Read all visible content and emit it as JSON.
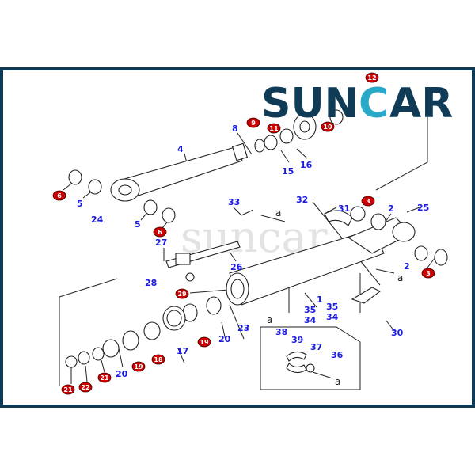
{
  "logo": {
    "text_left": "SUN",
    "text_c": "C",
    "text_right": "AR",
    "brand_color": "#0f3b57",
    "accent_color": "#2aa8c8"
  },
  "watermark": "suncar",
  "callouts_blue": [
    "8",
    "4",
    "15",
    "16",
    "5",
    "24",
    "5",
    "33",
    "32",
    "31",
    "2",
    "25",
    "27",
    "26",
    "28",
    "1",
    "35",
    "34",
    "35",
    "34",
    "30",
    "23",
    "20",
    "17",
    "20",
    "2",
    "38",
    "39",
    "37",
    "36"
  ],
  "callouts_red": [
    "6",
    "6",
    "9",
    "11",
    "10",
    "12",
    "3",
    "3",
    "29",
    "19",
    "18",
    "19",
    "21",
    "22",
    "21"
  ],
  "detail_marks": [
    "a",
    "a",
    "a",
    "a"
  ],
  "colors": {
    "callout_blue": "#1a1ae0",
    "callout_red": "#cc0000",
    "frame": "#0f3b57"
  }
}
